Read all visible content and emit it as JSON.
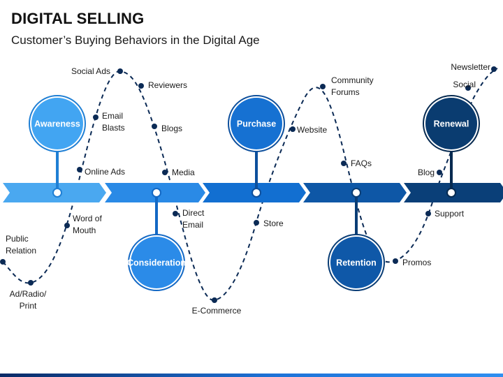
{
  "title": "DIGITAL SELLING",
  "subtitle": "Customer’s Buying Behaviors in the Digital  Age",
  "colors": {
    "segments": [
      "#4aa8f0",
      "#2a8ae6",
      "#126fd1",
      "#0e57a6",
      "#0a3f78"
    ],
    "line": "#0b2a55"
  },
  "stages": [
    {
      "key": "awareness",
      "label": "Awareness",
      "color": "#42a5f2",
      "stroke": "#1f7fd4"
    },
    {
      "key": "consideration",
      "label": "Consideration",
      "color": "#2b8be8",
      "stroke": "#1368c4"
    },
    {
      "key": "purchase",
      "label": "Purchase",
      "color": "#1671d2",
      "stroke": "#0d4f9c"
    },
    {
      "key": "retention",
      "label": "Retention",
      "color": "#0f58a8",
      "stroke": "#0a3d75"
    },
    {
      "key": "renewal",
      "label": "Renewal",
      "color": "#0a3c70",
      "stroke": "#062a50"
    }
  ],
  "touchpoints": [
    {
      "key": "public-relation",
      "lines": [
        "Public",
        "Relation"
      ]
    },
    {
      "key": "ad-radio-print",
      "lines": [
        "Ad/Radio/",
        "Print"
      ]
    },
    {
      "key": "word-of-mouth",
      "lines": [
        "Word of",
        "Mouth"
      ]
    },
    {
      "key": "online-ads",
      "lines": [
        "Online Ads"
      ]
    },
    {
      "key": "email-blasts",
      "lines": [
        "Email",
        "Blasts"
      ]
    },
    {
      "key": "social-ads",
      "lines": [
        "Social Ads"
      ]
    },
    {
      "key": "reviewers",
      "lines": [
        "Reviewers"
      ]
    },
    {
      "key": "blogs",
      "lines": [
        "Blogs"
      ]
    },
    {
      "key": "media",
      "lines": [
        "Media"
      ]
    },
    {
      "key": "direct-email",
      "lines": [
        "Direct",
        "Email"
      ]
    },
    {
      "key": "e-commerce",
      "lines": [
        "E-Commerce"
      ]
    },
    {
      "key": "store",
      "lines": [
        "Store"
      ]
    },
    {
      "key": "website",
      "lines": [
        "Website"
      ]
    },
    {
      "key": "community-forums",
      "lines": [
        "Community",
        "Forums"
      ]
    },
    {
      "key": "faqs",
      "lines": [
        "FAQs"
      ]
    },
    {
      "key": "promos",
      "lines": [
        "Promos"
      ]
    },
    {
      "key": "support",
      "lines": [
        "Support"
      ]
    },
    {
      "key": "blog",
      "lines": [
        "Blog"
      ]
    },
    {
      "key": "social",
      "lines": [
        "Social"
      ]
    },
    {
      "key": "newsletter",
      "lines": [
        "Newsletter"
      ]
    }
  ]
}
